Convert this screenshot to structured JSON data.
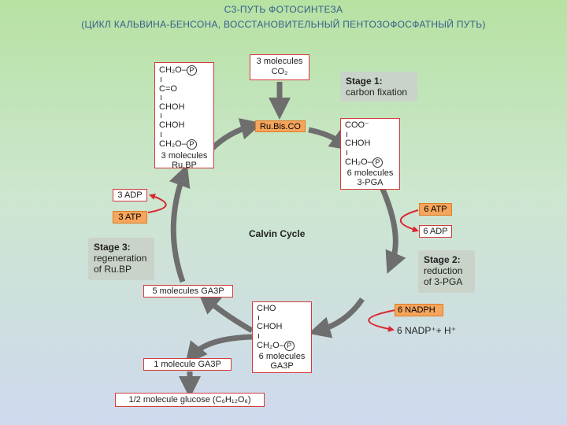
{
  "title_line1": "С3-ПУТЬ ФОТОСИНТЕЗА",
  "title_line2": "(ЦИКЛ КАЛЬВИНА-БЕНСОНА, ВОССТАНОВИТЕЛЬНЫЙ ПЕНТОЗОФОСФАТНЫЙ ПУТЬ)",
  "center_label": "Calvin Cycle",
  "co2": {
    "line1": "3 molecules",
    "line2": "CO₂"
  },
  "rubisco": "Ru.Bis.CO",
  "stage1": {
    "title": "Stage 1:",
    "line1": "carbon fixation"
  },
  "stage2": {
    "title": "Stage 2:",
    "line1": "reduction",
    "line2": "of 3-PGA"
  },
  "stage3": {
    "title": "Stage 3:",
    "line1": "regeneration",
    "line2": "of Ru.BP"
  },
  "rubp": {
    "rows": [
      "CH₂O–",
      "C=O",
      "CHOH",
      "CHOH",
      "CH₂O–"
    ],
    "p": "P",
    "label1": "3 molecules",
    "label2": "Ru.BP"
  },
  "pga": {
    "rows": [
      "COO⁻",
      "CHOH",
      "CH₂O–"
    ],
    "p": "P",
    "label1": "6 molecules",
    "label2": "3-PGA"
  },
  "ga3p": {
    "rows": [
      "CHO",
      "CHOH",
      "CH₂O–"
    ],
    "p": "P",
    "label1": "6 molecules",
    "label2": "GA3P"
  },
  "atp_right": "6 ATP",
  "adp_right": "6 ADP",
  "adp_left": "3 ADP",
  "atp_left": "3 ATP",
  "nadph": "6 NADPH",
  "nadp": "6 NADP⁺+ H⁺",
  "five_ga3p": "5 molecules GA3P",
  "one_ga3p": "1 molecule GA3P",
  "glucose": "1/2 molecule glucose (C₆H₁₂O₆)"
}
